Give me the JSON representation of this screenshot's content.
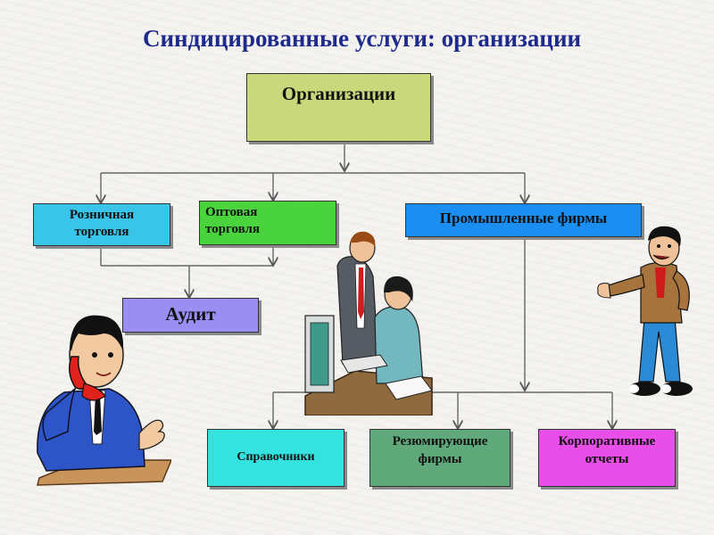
{
  "title": "Синдицированные услуги: организации",
  "nodes": {
    "organizations": "Организации",
    "retail": {
      "line1": "Розничная",
      "line2": "торговля"
    },
    "wholesale": {
      "line1": "Оптовая",
      "line2": "торговля"
    },
    "industrial": "Промышленные фирмы",
    "audit": "Аудит",
    "directories": "Справочники",
    "summarizing": {
      "line1": "Резюмирующие",
      "line2": "фирмы"
    },
    "corporate": {
      "line1": "Корпоративные",
      "line2": "отчеты"
    }
  },
  "colors": {
    "title": "#1f2b8c",
    "organizations": "#c9d87a",
    "retail": "#39c4ea",
    "wholesale": "#49d43e",
    "industrial": "#1b8ef2",
    "audit": "#9a8ef2",
    "directories": "#34e3e0",
    "summarizing": "#5fa97a",
    "corporate": "#e84fe8"
  }
}
